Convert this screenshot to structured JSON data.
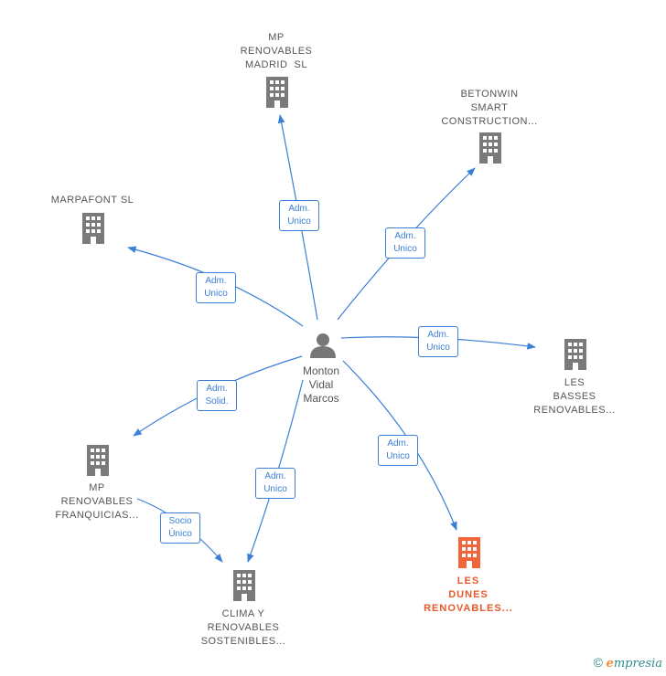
{
  "colors": {
    "edge": "#3b7fd6",
    "building": "#7a7a7a",
    "main_building": "#f0663a",
    "main_label": "#e55a2b"
  },
  "person": {
    "name_lines": [
      "Monton",
      "Vidal",
      "Marcos"
    ],
    "icon": "person-icon"
  },
  "companies": [
    {
      "id": "mp-madrid",
      "lines": [
        "MP",
        "RENOVABLES",
        "MADRID  SL"
      ],
      "icon": "building-icon",
      "highlight": false
    },
    {
      "id": "betonwin",
      "lines": [
        "BETONWIN",
        "SMART",
        "CONSTRUCTION..."
      ],
      "icon": "building-icon",
      "highlight": false
    },
    {
      "id": "marpafont",
      "lines": [
        "MARPAFONT SL"
      ],
      "icon": "building-icon",
      "highlight": false
    },
    {
      "id": "les-basses",
      "lines": [
        "LES",
        "BASSES",
        "RENOVABLES..."
      ],
      "icon": "building-icon",
      "highlight": false
    },
    {
      "id": "mp-franquicias",
      "lines": [
        "MP",
        "RENOVABLES",
        "FRANQUICIAS..."
      ],
      "icon": "building-icon",
      "highlight": false
    },
    {
      "id": "clima",
      "lines": [
        "CLIMA Y",
        "RENOVABLES",
        "SOSTENIBLES..."
      ],
      "icon": "building-icon",
      "highlight": false
    },
    {
      "id": "les-dunes",
      "lines": [
        "LES",
        "DUNES",
        "RENOVABLES..."
      ],
      "icon": "building-icon",
      "highlight": true
    }
  ],
  "relations": [
    {
      "from": "person",
      "to": "mp-madrid",
      "label": [
        "Adm.",
        "Unico"
      ]
    },
    {
      "from": "person",
      "to": "betonwin",
      "label": [
        "Adm.",
        "Unico"
      ]
    },
    {
      "from": "person",
      "to": "marpafont",
      "label": [
        "Adm.",
        "Unico"
      ]
    },
    {
      "from": "person",
      "to": "les-basses",
      "label": [
        "Adm.",
        "Unico"
      ]
    },
    {
      "from": "person",
      "to": "mp-franquicias",
      "label": [
        "Adm.",
        "Solid."
      ]
    },
    {
      "from": "person",
      "to": "clima",
      "label": [
        "Adm.",
        "Unico"
      ]
    },
    {
      "from": "person",
      "to": "les-dunes",
      "label": [
        "Adm.",
        "Unico"
      ]
    },
    {
      "from": "mp-franquicias",
      "to": "clima",
      "label": [
        "Socio",
        "Único"
      ]
    }
  ],
  "footer": {
    "copyright": "©",
    "brand_first": "e",
    "brand_rest": "mpresia"
  }
}
